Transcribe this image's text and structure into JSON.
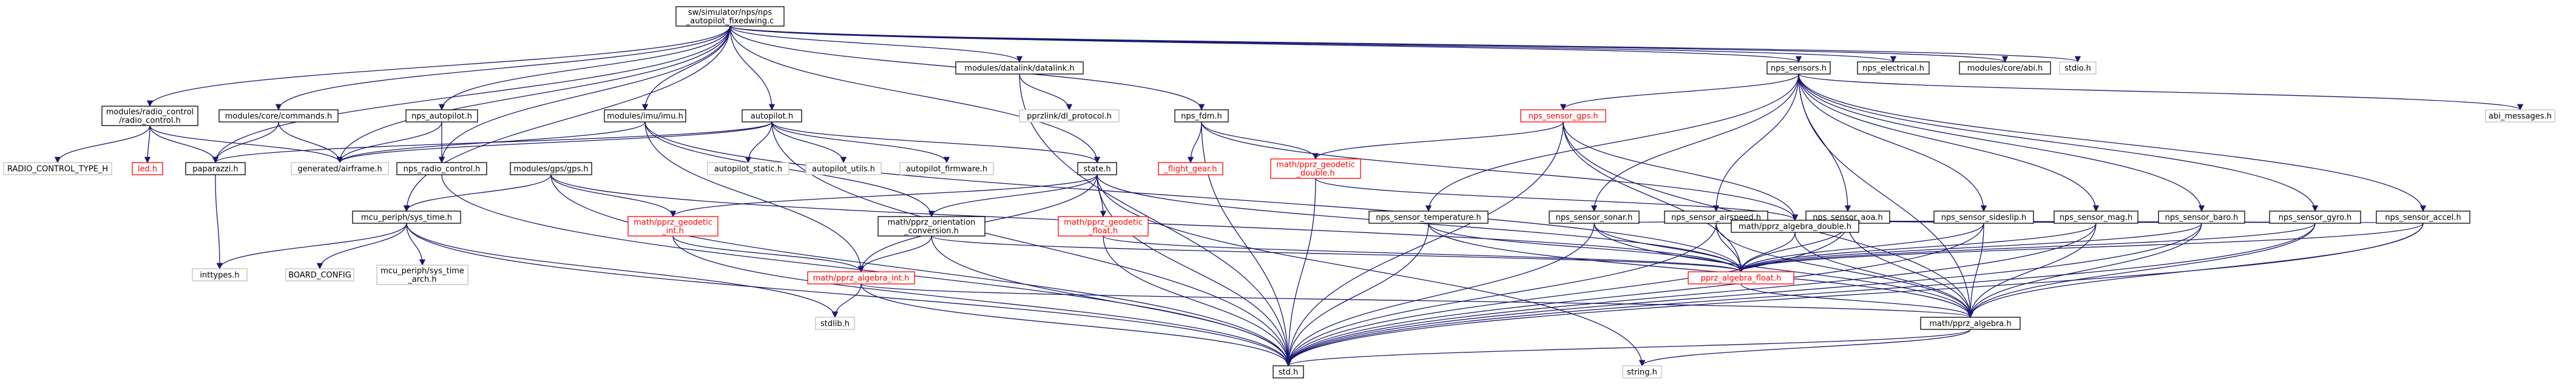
{
  "graph": {
    "type": "include-dependency-graph",
    "colors": {
      "edge": "#191970",
      "border_default": "#000000",
      "border_link_missing": "#bfbfbf",
      "border_red": "#ff0000",
      "text_default": "#000000",
      "text_red": "#ff0000",
      "root_fill": "#bfbfbf"
    },
    "nodes": [
      {
        "id": "root",
        "label": [
          "sw/simulator/nps/nps",
          "_autopilot_fixedwing.c"
        ],
        "style": "root"
      },
      {
        "id": "radio_control_h",
        "label": [
          "modules/radio_control",
          "/radio_control.h"
        ],
        "style": "normal"
      },
      {
        "id": "commands_h",
        "label": [
          "modules/core/commands.h"
        ],
        "style": "normal"
      },
      {
        "id": "nps_autopilot_h",
        "label": [
          "nps_autopilot.h"
        ],
        "style": "normal"
      },
      {
        "id": "imu_h",
        "label": [
          "modules/imu/imu.h"
        ],
        "style": "normal"
      },
      {
        "id": "autopilot_h",
        "label": [
          "autopilot.h"
        ],
        "style": "normal"
      },
      {
        "id": "datalink_h",
        "label": [
          "modules/datalink/datalink.h"
        ],
        "style": "normal"
      },
      {
        "id": "nps_fdm_h",
        "label": [
          "nps_fdm.h"
        ],
        "style": "normal"
      },
      {
        "id": "nps_sensors_h",
        "label": [
          "nps_sensors.h"
        ],
        "style": "normal"
      },
      {
        "id": "nps_electrical_h",
        "label": [
          "nps_electrical.h"
        ],
        "style": "normal"
      },
      {
        "id": "abi_h",
        "label": [
          "modules/core/abi.h"
        ],
        "style": "normal"
      },
      {
        "id": "stdio_h",
        "label": [
          "stdio.h"
        ],
        "style": "grey"
      },
      {
        "id": "radio_type",
        "label": [
          "RADIO_CONTROL_TYPE_H"
        ],
        "style": "grey"
      },
      {
        "id": "led_h",
        "label": [
          "led.h"
        ],
        "style": "red"
      },
      {
        "id": "paparazzi_h",
        "label": [
          "paparazzi.h"
        ],
        "style": "normal"
      },
      {
        "id": "airframe_h",
        "label": [
          "generated/airframe.h"
        ],
        "style": "grey"
      },
      {
        "id": "nps_radio_h",
        "label": [
          "nps_radio_control.h"
        ],
        "style": "normal"
      },
      {
        "id": "gps_h",
        "label": [
          "modules/gps/gps.h"
        ],
        "style": "normal"
      },
      {
        "id": "autopilot_static_h",
        "label": [
          "autopilot_static.h"
        ],
        "style": "grey"
      },
      {
        "id": "autopilot_utils_h",
        "label": [
          "autopilot_utils.h"
        ],
        "style": "grey"
      },
      {
        "id": "autopilot_firmware_h",
        "label": [
          "autopilot_firmware.h"
        ],
        "style": "grey"
      },
      {
        "id": "state_h",
        "label": [
          "state.h"
        ],
        "style": "normal"
      },
      {
        "id": "pprzlink_h",
        "label": [
          "pprzlink/dl_protocol.h"
        ],
        "style": "grey"
      },
      {
        "id": "flight_gear_h",
        "label": [
          "_flight_gear.h"
        ],
        "style": "red"
      },
      {
        "id": "geodetic_double_h",
        "label": [
          "math/pprz_geodetic",
          "_double.h"
        ],
        "style": "red"
      },
      {
        "id": "nps_sensor_gps_h",
        "label": [
          "nps_sensor_gps.h"
        ],
        "style": "red"
      },
      {
        "id": "abi_messages_h",
        "label": [
          "abi_messages.h"
        ],
        "style": "grey"
      },
      {
        "id": "sys_time_h",
        "label": [
          "mcu_periph/sys_time.h"
        ],
        "style": "normal"
      },
      {
        "id": "geodetic_int_h",
        "label": [
          "math/pprz_geodetic",
          "_int.h"
        ],
        "style": "red"
      },
      {
        "id": "orientation_h",
        "label": [
          "math/pprz_orientation",
          "_conversion.h"
        ],
        "style": "normal"
      },
      {
        "id": "geodetic_float_h",
        "label": [
          "math/pprz_geodetic",
          "_float.h"
        ],
        "style": "red"
      },
      {
        "id": "temperature_h",
        "label": [
          "nps_sensor_temperature.h"
        ],
        "style": "normal"
      },
      {
        "id": "sonar_h",
        "label": [
          "nps_sensor_sonar.h"
        ],
        "style": "normal"
      },
      {
        "id": "airspeed_h",
        "label": [
          "nps_sensor_airspeed.h"
        ],
        "style": "normal"
      },
      {
        "id": "aoa_h",
        "label": [
          "nps_sensor_aoa.h"
        ],
        "style": "normal"
      },
      {
        "id": "sideslip_h",
        "label": [
          "nps_sensor_sideslip.h"
        ],
        "style": "normal"
      },
      {
        "id": "mag_h",
        "label": [
          "nps_sensor_mag.h"
        ],
        "style": "normal"
      },
      {
        "id": "baro_h",
        "label": [
          "nps_sensor_baro.h"
        ],
        "style": "normal"
      },
      {
        "id": "gyro_h",
        "label": [
          "nps_sensor_gyro.h"
        ],
        "style": "normal"
      },
      {
        "id": "accel_h",
        "label": [
          "nps_sensor_accel.h"
        ],
        "style": "normal"
      },
      {
        "id": "algebra_double_h",
        "label": [
          "math/pprz_algebra_double.h"
        ],
        "style": "normal"
      },
      {
        "id": "inttypes_h",
        "label": [
          "inttypes.h"
        ],
        "style": "grey"
      },
      {
        "id": "board_config",
        "label": [
          "BOARD_CONFIG"
        ],
        "style": "grey"
      },
      {
        "id": "sys_time_arch_h",
        "label": [
          "mcu_periph/sys_time",
          "_arch.h"
        ],
        "style": "grey"
      },
      {
        "id": "algebra_int_h",
        "label": [
          "math/pprz_algebra_int.h"
        ],
        "style": "red"
      },
      {
        "id": "algebra_float_h",
        "label": [
          "pprz_algebra_float.h"
        ],
        "style": "red"
      },
      {
        "id": "stdlib_h",
        "label": [
          "stdlib.h"
        ],
        "style": "grey"
      },
      {
        "id": "algebra_h",
        "label": [
          "math/pprz_algebra.h"
        ],
        "style": "normal"
      },
      {
        "id": "string_h",
        "label": [
          "string.h"
        ],
        "style": "grey"
      },
      {
        "id": "std_h",
        "label": [
          "std.h"
        ],
        "style": "normal"
      }
    ],
    "edges": [
      [
        "root",
        "radio_control_h"
      ],
      [
        "root",
        "commands_h"
      ],
      [
        "root",
        "nps_autopilot_h"
      ],
      [
        "root",
        "imu_h"
      ],
      [
        "root",
        "autopilot_h"
      ],
      [
        "root",
        "datalink_h"
      ],
      [
        "root",
        "nps_fdm_h"
      ],
      [
        "root",
        "nps_sensors_h"
      ],
      [
        "root",
        "nps_electrical_h"
      ],
      [
        "root",
        "abi_h"
      ],
      [
        "root",
        "stdio_h"
      ],
      [
        "root",
        "state_h"
      ],
      [
        "root",
        "nps_radio_h"
      ],
      [
        "root",
        "sys_time_h"
      ],
      [
        "root",
        "airframe_h"
      ],
      [
        "root",
        "paparazzi_h"
      ],
      [
        "radio_control_h",
        "radio_type"
      ],
      [
        "radio_control_h",
        "led_h"
      ],
      [
        "radio_control_h",
        "paparazzi_h"
      ],
      [
        "radio_control_h",
        "airframe_h"
      ],
      [
        "commands_h",
        "paparazzi_h"
      ],
      [
        "commands_h",
        "airframe_h"
      ],
      [
        "nps_autopilot_h",
        "airframe_h"
      ],
      [
        "nps_autopilot_h",
        "nps_radio_h"
      ],
      [
        "imu_h",
        "airframe_h"
      ],
      [
        "imu_h",
        "algebra_int_h"
      ],
      [
        "imu_h",
        "algebra_float_h"
      ],
      [
        "imu_h",
        "orientation_h"
      ],
      [
        "autopilot_h",
        "airframe_h"
      ],
      [
        "autopilot_h",
        "std_h"
      ],
      [
        "autopilot_h",
        "autopilot_static_h"
      ],
      [
        "autopilot_h",
        "autopilot_utils_h"
      ],
      [
        "autopilot_h",
        "autopilot_firmware_h"
      ],
      [
        "autopilot_h",
        "state_h"
      ],
      [
        "autopilot_h",
        "paparazzi_h"
      ],
      [
        "datalink_h",
        "pprzlink_h"
      ],
      [
        "datalink_h",
        "std_h"
      ],
      [
        "nps_fdm_h",
        "flight_gear_h"
      ],
      [
        "nps_fdm_h",
        "geodetic_double_h"
      ],
      [
        "nps_fdm_h",
        "std_h"
      ],
      [
        "nps_fdm_h",
        "algebra_double_h"
      ],
      [
        "nps_sensors_h",
        "abi_messages_h"
      ],
      [
        "nps_sensors_h",
        "nps_sensor_gps_h"
      ],
      [
        "nps_sensors_h",
        "temperature_h"
      ],
      [
        "nps_sensors_h",
        "sonar_h"
      ],
      [
        "nps_sensors_h",
        "airspeed_h"
      ],
      [
        "nps_sensors_h",
        "aoa_h"
      ],
      [
        "nps_sensors_h",
        "sideslip_h"
      ],
      [
        "nps_sensors_h",
        "mag_h"
      ],
      [
        "nps_sensors_h",
        "baro_h"
      ],
      [
        "nps_sensors_h",
        "gyro_h"
      ],
      [
        "nps_sensors_h",
        "accel_h"
      ],
      [
        "nps_sensors_h",
        "algebra_h"
      ],
      [
        "nps_radio_h",
        "std_h"
      ],
      [
        "gps_h",
        "sys_time_h"
      ],
      [
        "gps_h",
        "geodetic_int_h"
      ],
      [
        "gps_h",
        "std_h"
      ],
      [
        "gps_h",
        "algebra_float_h"
      ],
      [
        "state_h",
        "geodetic_int_h"
      ],
      [
        "state_h",
        "orientation_h"
      ],
      [
        "state_h",
        "geodetic_float_h"
      ],
      [
        "state_h",
        "algebra_int_h"
      ],
      [
        "state_h",
        "std_h"
      ],
      [
        "state_h",
        "string_h"
      ],
      [
        "state_h",
        "algebra_float_h"
      ],
      [
        "geodetic_double_h",
        "algebra_double_h"
      ],
      [
        "geodetic_double_h",
        "std_h"
      ],
      [
        "nps_sensor_gps_h",
        "geodetic_double_h"
      ],
      [
        "nps_sensor_gps_h",
        "algebra_double_h"
      ],
      [
        "nps_sensor_gps_h",
        "std_h"
      ],
      [
        "nps_sensor_gps_h",
        "algebra_float_h"
      ],
      [
        "nps_sensor_gps_h",
        "algebra_h"
      ],
      [
        "sys_time_h",
        "inttypes_h"
      ],
      [
        "sys_time_h",
        "board_config"
      ],
      [
        "sys_time_h",
        "sys_time_arch_h"
      ],
      [
        "sys_time_h",
        "std_h"
      ],
      [
        "sys_time_h",
        "stdlib_h"
      ],
      [
        "paparazzi_h",
        "inttypes_h"
      ],
      [
        "geodetic_int_h",
        "algebra_int_h"
      ],
      [
        "geodetic_int_h",
        "std_h"
      ],
      [
        "orientation_h",
        "algebra_int_h"
      ],
      [
        "orientation_h",
        "algebra_float_h"
      ],
      [
        "orientation_h",
        "std_h"
      ],
      [
        "geodetic_float_h",
        "algebra_float_h"
      ],
      [
        "geodetic_float_h",
        "std_h"
      ],
      [
        "temperature_h",
        "algebra_float_h"
      ],
      [
        "temperature_h",
        "std_h"
      ],
      [
        "temperature_h",
        "algebra_h"
      ],
      [
        "sonar_h",
        "algebra_float_h"
      ],
      [
        "sonar_h",
        "algebra_double_h"
      ],
      [
        "sonar_h",
        "std_h"
      ],
      [
        "sonar_h",
        "algebra_h"
      ],
      [
        "airspeed_h",
        "algebra_float_h"
      ],
      [
        "airspeed_h",
        "algebra_double_h"
      ],
      [
        "airspeed_h",
        "std_h"
      ],
      [
        "airspeed_h",
        "algebra_h"
      ],
      [
        "aoa_h",
        "algebra_float_h"
      ],
      [
        "aoa_h",
        "algebra_double_h"
      ],
      [
        "aoa_h",
        "std_h"
      ],
      [
        "aoa_h",
        "algebra_h"
      ],
      [
        "sideslip_h",
        "algebra_float_h"
      ],
      [
        "sideslip_h",
        "algebra_double_h"
      ],
      [
        "sideslip_h",
        "std_h"
      ],
      [
        "sideslip_h",
        "algebra_h"
      ],
      [
        "mag_h",
        "algebra_float_h"
      ],
      [
        "mag_h",
        "algebra_double_h"
      ],
      [
        "mag_h",
        "std_h"
      ],
      [
        "mag_h",
        "algebra_h"
      ],
      [
        "baro_h",
        "algebra_float_h"
      ],
      [
        "baro_h",
        "algebra_double_h"
      ],
      [
        "baro_h",
        "std_h"
      ],
      [
        "baro_h",
        "algebra_h"
      ],
      [
        "gyro_h",
        "algebra_float_h"
      ],
      [
        "gyro_h",
        "algebra_double_h"
      ],
      [
        "gyro_h",
        "std_h"
      ],
      [
        "gyro_h",
        "algebra_h"
      ],
      [
        "accel_h",
        "algebra_float_h"
      ],
      [
        "accel_h",
        "algebra_double_h"
      ],
      [
        "accel_h",
        "std_h"
      ],
      [
        "accel_h",
        "algebra_h"
      ],
      [
        "algebra_double_h",
        "algebra_float_h"
      ],
      [
        "algebra_double_h",
        "algebra_h"
      ],
      [
        "algebra_int_h",
        "algebra_h"
      ],
      [
        "algebra_int_h",
        "std_h"
      ],
      [
        "algebra_int_h",
        "stdlib_h"
      ],
      [
        "algebra_float_h",
        "algebra_h"
      ],
      [
        "algebra_h",
        "std_h"
      ],
      [
        "algebra_h",
        "string_h"
      ]
    ]
  }
}
